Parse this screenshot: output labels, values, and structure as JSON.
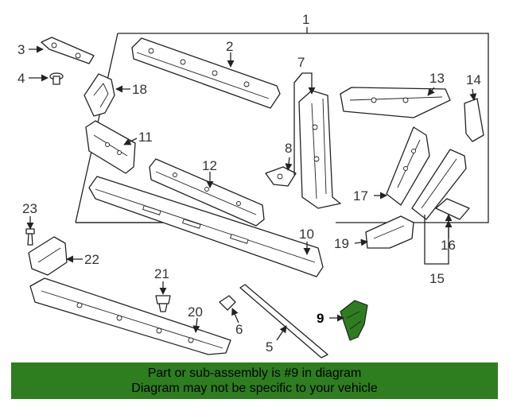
{
  "callouts": {
    "c1": "1",
    "c2": "2",
    "c3": "3",
    "c4": "4",
    "c5": "5",
    "c6": "6",
    "c7": "7",
    "c8": "8",
    "c9": "9",
    "c10": "10",
    "c11": "11",
    "c12": "12",
    "c13": "13",
    "c14": "14",
    "c15": "15",
    "c16": "16",
    "c17": "17",
    "c18": "18",
    "c19": "19",
    "c20": "20",
    "c21": "21",
    "c22": "22",
    "c23": "23"
  },
  "highlighted_part": "9",
  "colors": {
    "highlight": "#2e7d1f",
    "banner": "#2e7d1f",
    "line": "#222222"
  },
  "banner": {
    "line1": "Part or sub-assembly is #9 in diagram",
    "line2": "Diagram may not be specific to your vehicle"
  }
}
